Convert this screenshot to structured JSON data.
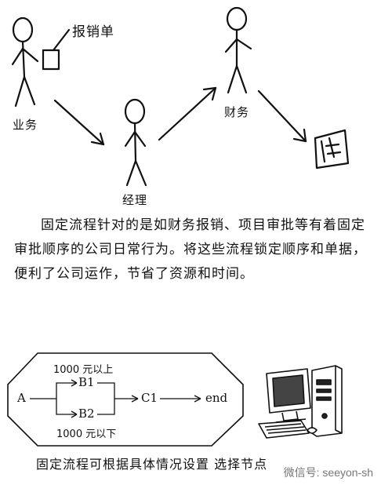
{
  "top": {
    "voucher_label": "报销单",
    "business_label": "业务",
    "manager_label": "经理",
    "finance_label": "财务"
  },
  "paragraph": "固定流程针对的是如财务报销、项目审批等有着固定审批顺序的公司日常行为。将这些流程锁定顺序和单据，便利了公司运作，节省了资源和时间。",
  "flow": {
    "start": "A",
    "branch_top": "B1",
    "branch_bottom": "B2",
    "merge": "C1",
    "end": "end",
    "cond_top": "1000 元以上",
    "cond_bottom": "1000 元以下"
  },
  "caption": "固定流程可根据具体情况设置 选择节点",
  "watermark": "微信号: seeyon-sh"
}
